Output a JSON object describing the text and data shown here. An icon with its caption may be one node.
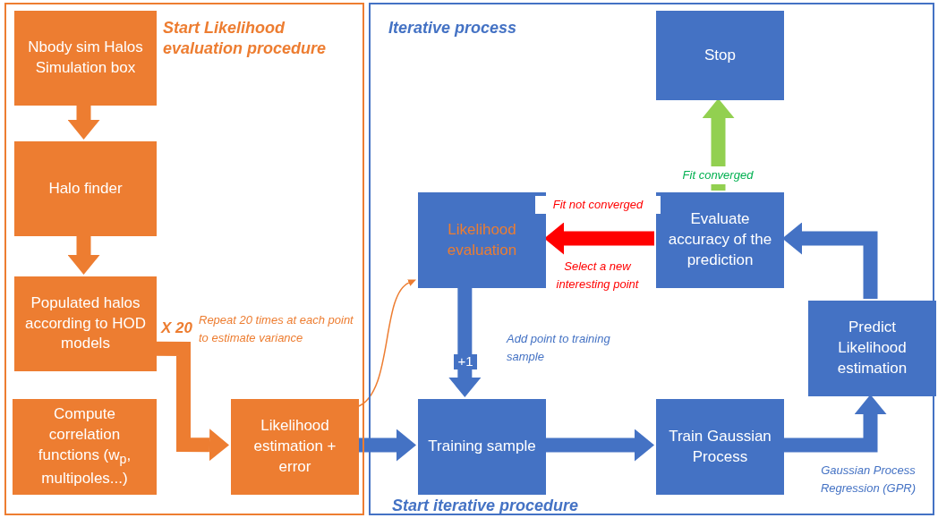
{
  "diagram": {
    "nodes": [
      {
        "text": [
          "Start Likelihood evaluation procedure"
        ]
      },
      {
        "text": [
          "Nbody sim Halos Simulation box"
        ],
        "in": 0
      },
      {
        "text": [
          "Halo finder"
        ],
        "in": 0
      },
      {
        "text": [
          "Populated halos according to HOD models"
        ],
        "in": 0
      },
      {
        "text": [
          "Compute correlation functions (w$_{p}$, multipoles...)"
        ],
        "in": 0
      },
      {
        "text": [
          "Likelihood estimation + error"
        ],
        "in": 0
      },
      {
        "text": [
          "Iterative process",
          "Start iterative procedure"
        ]
      },
      {
        "text": [
          "Stop"
        ],
        "in": 6
      },
      {
        "text": [
          "Likelihood evaluation"
        ],
        "in": 6
      },
      {
        "text": [
          "Evaluate accuracy of the prediction"
        ],
        "in": 6
      },
      {
        "text": [
          "Predict Likelihood estimation"
        ],
        "in": 6
      },
      {
        "text": [
          "Training sample"
        ],
        "in": 6
      },
      {
        "text": [
          "Train Gaussian Process"
        ],
        "in": 6
      }
    ],
    "edges": [
      {
        "from": 1,
        "to": 2,
        "arrow": "to",
        "color": "#ed7d31"
      },
      {
        "from": 2,
        "to": 3,
        "arrow": "to",
        "color": "#ed7d31"
      },
      {
        "from": 3,
        "to": 5,
        "arrow": "to",
        "color": "#ed7d31"
      },
      {
        "from": 5,
        "to": 8,
        "arrow": "to",
        "color": "#ed7d31"
      },
      {
        "from": 5,
        "to": 11,
        "arrow": "to"
      },
      {
        "from": 11,
        "to": 12,
        "arrow": "to"
      },
      {
        "from": 12,
        "to": 10,
        "arrow": "to",
        "label": "Gaussian Process Regression (GPR)"
      },
      {
        "from": 10,
        "to": 9,
        "arrow": "to"
      },
      {
        "from": 9,
        "to": 8,
        "arrow": "to",
        "color": "#ff0000",
        "label": "Fit not converged"
      },
      {
        "from": 9,
        "to": 7,
        "arrow": "to",
        "color": "#92d050",
        "label": "Fit converged"
      },
      {
        "from": 8,
        "to": 11,
        "arrow": "to",
        "label": "Add point to training sample"
      }
    ],
    "labels": [
      "X 20",
      "Repeat 20 times at each point to estimate variance",
      "Select a new interesting point",
      "+1"
    ]
  }
}
